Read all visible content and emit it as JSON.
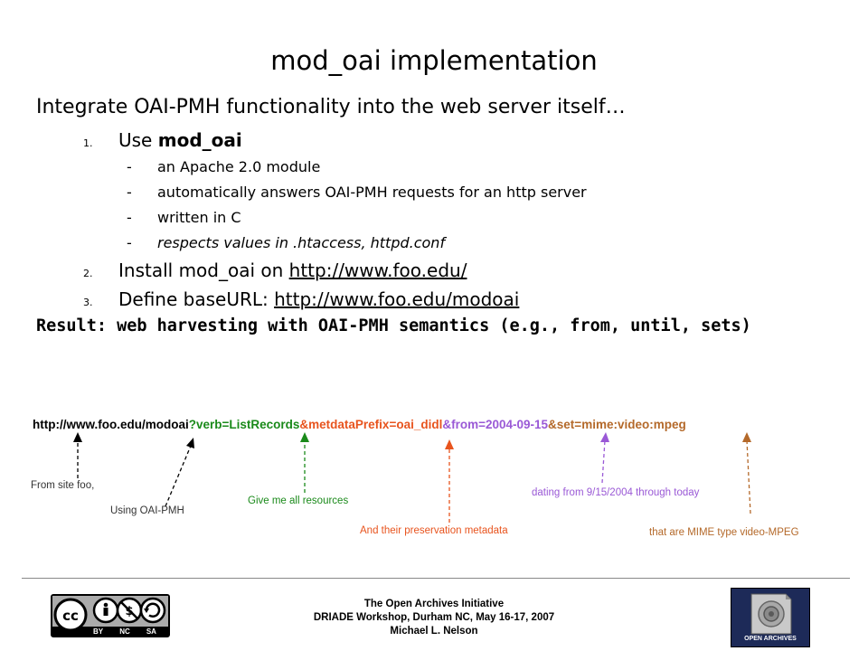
{
  "slide": {
    "title": "mod_oai implementation",
    "intro": "Integrate OAI-PMH functionality into the web server itself…",
    "items": [
      {
        "num": "1.",
        "text_prefix": "Use ",
        "text_bold": "mod_oai"
      },
      {
        "num": "2.",
        "text_prefix": "Install mod_oai on ",
        "link": "http://www.foo.edu/"
      },
      {
        "num": "3.",
        "text_prefix": "Define baseURL: ",
        "link": "http://www.foo.edu/modoai"
      }
    ],
    "subitems": [
      {
        "dash": "-",
        "text": "an Apache 2.0 module"
      },
      {
        "dash": "-",
        "text": "automatically answers OAI-PMH requests for an http server"
      },
      {
        "dash": "-",
        "text": "written in C"
      },
      {
        "dash": "-",
        "text": "respects values in .htaccess, httpd.conf"
      }
    ],
    "result": "Result: web harvesting with OAI-PMH semantics (e.g., from, until, sets)"
  },
  "url": {
    "base": "http://www.foo.edu/modoai",
    "verb": "?verb=ListRecords",
    "prefix": "&metdataPrefix=oai_didl",
    "from": "&from=2004-09-15",
    "set": "&set=mime:video:mpeg"
  },
  "annotations": {
    "site": "From site foo,",
    "protocol": "Using OAI-PMH",
    "all": "Give me all resources",
    "metadata": "And their preservation metadata",
    "dating": "dating from 9/15/2004 through today",
    "mime": "that are MIME type video-MPEG"
  },
  "colors": {
    "green": "#1a8a1a",
    "orange": "#e8541e",
    "purple": "#9a59d6",
    "brown": "#b4692a"
  },
  "footer": {
    "line1": "The Open Archives Initiative",
    "line2": "DRIADE Workshop, Durham NC, May 16-17, 2007",
    "line3": "Michael L. Nelson"
  },
  "logos": {
    "cc_labels": [
      "BY",
      "NC",
      "SA"
    ],
    "cc_icon": "creative-commons-by-nc-sa-icon",
    "oa_icon": "open-archives-logo-icon",
    "oa_text": "OPEN ARCHIVES"
  }
}
